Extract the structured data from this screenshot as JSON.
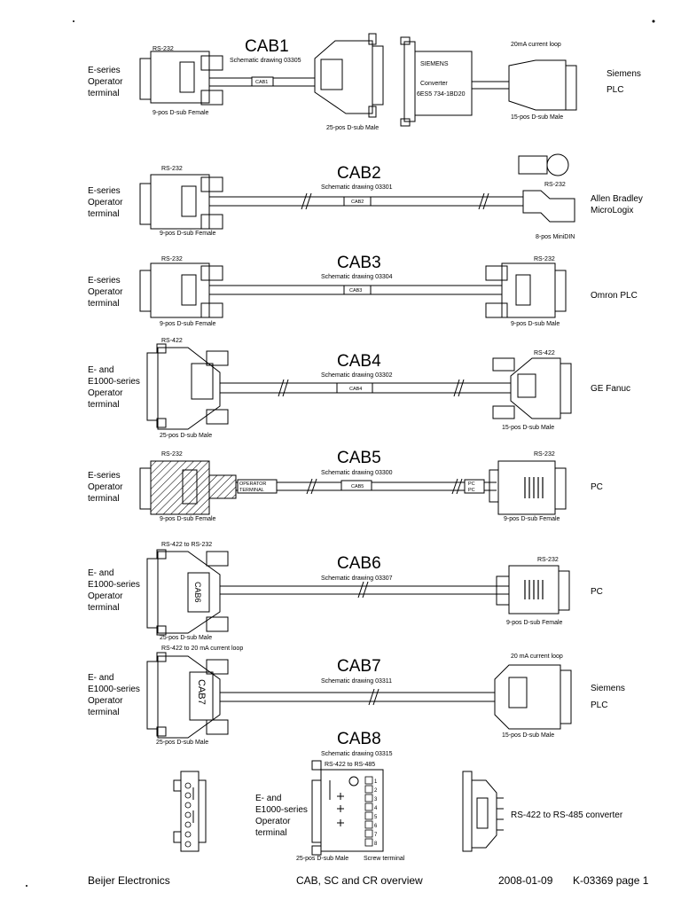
{
  "cables": [
    {
      "id": "CAB1",
      "title": "CAB1",
      "schematic": "Schematic drawing 03305",
      "interface": "RS-232",
      "left_terminal": [
        "E-series",
        "Operator",
        "terminal"
      ],
      "left_connector": "9-pos D-sub Female",
      "mid_connector": "25-pos D-sub Male",
      "cable_label": "CAB1",
      "converter": [
        "SIEMENS",
        "Converter",
        "6ES5 734-1BD20"
      ],
      "right_interface": "20mA current loop",
      "right_connector": "15-pos D-sub Male",
      "right_device": [
        "Siemens",
        "PLC"
      ]
    },
    {
      "id": "CAB2",
      "title": "CAB2",
      "schematic": "Schematic drawing 03301",
      "interface": "RS-232",
      "left_terminal": [
        "E-series",
        "Operator",
        "terminal"
      ],
      "left_connector": "9-pos D-sub Female",
      "cable_label": "CAB2",
      "right_interface": "RS-232",
      "right_connector": "8-pos MiniDIN",
      "right_device": [
        "Allen Bradley",
        "MicroLogix"
      ]
    },
    {
      "id": "CAB3",
      "title": "CAB3",
      "schematic": "Schematic drawing 03304",
      "interface": "RS-232",
      "left_terminal": [
        "E-series",
        "Operator",
        "terminal"
      ],
      "left_connector": "9-pos D-sub Female",
      "cable_label": "CAB3",
      "right_interface": "RS-232",
      "right_connector": "9-pos D-sub Male",
      "right_device": [
        "Omron PLC"
      ]
    },
    {
      "id": "CAB4",
      "title": "CAB4",
      "schematic": "Schematic drawing 03302",
      "interface": "RS-422",
      "left_terminal": [
        "E- and",
        "E1000-series",
        "Operator",
        "terminal"
      ],
      "left_connector": "25-pos D-sub Male",
      "cable_label": "CAB4",
      "right_interface": "RS-422",
      "right_connector": "15-pos D-sub Male",
      "right_device": [
        "GE Fanuc"
      ]
    },
    {
      "id": "CAB5",
      "title": "CAB5",
      "schematic": "Schematic drawing 03300",
      "interface": "RS-232",
      "left_terminal": [
        "E-series",
        "Operator",
        "terminal"
      ],
      "left_connector": "9-pos D-sub Female",
      "cable_label": "CAB5",
      "tag_left": [
        "OPERATOR",
        "TERMINAL"
      ],
      "tag_right": [
        "PC",
        "PC"
      ],
      "right_interface": "RS-232",
      "right_connector": "9-pos D-sub Female",
      "right_device": [
        "PC"
      ]
    },
    {
      "id": "CAB6",
      "title": "CAB6",
      "schematic": "Schematic drawing 03307",
      "interface": "RS-422 to RS-232",
      "left_terminal": [
        "E- and",
        "E1000-series",
        "Operator",
        "terminal"
      ],
      "left_connector": "25-pos D-sub Male",
      "body_label": "CAB6",
      "right_interface": "RS-232",
      "right_connector": "9-pos D-sub Female",
      "right_device": [
        "PC"
      ]
    },
    {
      "id": "CAB7",
      "title": "CAB7",
      "schematic": "Schematic drawing 03311",
      "interface": "RS-422 to 20 mA current loop",
      "left_terminal": [
        "E- and",
        "E1000-series",
        "Operator",
        "terminal"
      ],
      "left_connector": "25-pos D-sub Male",
      "body_label": "CAB7",
      "right_interface": "20 mA current loop",
      "right_connector": "15-pos D-sub Male",
      "right_device": [
        "Siemens",
        "PLC"
      ]
    },
    {
      "id": "CAB8",
      "title": "CAB8",
      "schematic": "Schematic drawing 03315",
      "interface": "RS-422 to RS-485",
      "left_terminal": [
        "E- and",
        "E1000-series",
        "Operator",
        "terminal"
      ],
      "left_connector": "25-pos D-sub Male",
      "screw_terminal": "Screw terminal",
      "converter_label": "RS-422 to RS-485 converter",
      "terminal_numbers": [
        "1",
        "2",
        "3",
        "4",
        "5",
        "6",
        "7",
        "8"
      ]
    }
  ],
  "footer": {
    "company": "Beijer Electronics",
    "title": "CAB, SC and CR overview",
    "date": "2008-01-09",
    "doc": "K-03369  page 1"
  }
}
